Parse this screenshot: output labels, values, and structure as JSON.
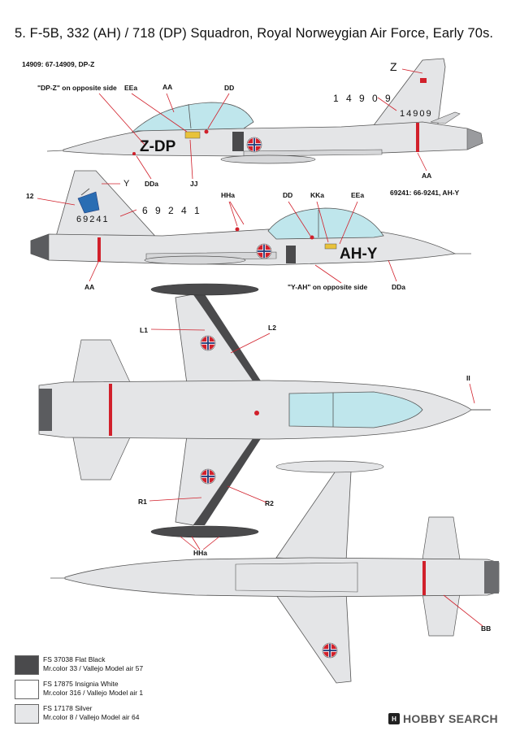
{
  "title": "5. F-5B, 332 (AH) / 718 (DP) Squadron, Royal Norweygian Air Force, Early 70s.",
  "aircraft1": {
    "caption": "14909: 67-14909, DP-Z",
    "tail_letter": "Z",
    "tail_serial": "14909",
    "fuselage_serial": "1 4 9 0 9",
    "code": "Z-DP",
    "callouts": {
      "opposite": "\"DP-Z\" on opposite side",
      "eea": "EEa",
      "aa_top": "AA",
      "dd": "DD",
      "dda": "DDa",
      "jj": "JJ",
      "aa_bottom": "AA"
    }
  },
  "aircraft2": {
    "caption": "69241: 66-9241, AH-Y",
    "tail_letter": "Y",
    "tail_serial": "69241",
    "fuselage_serial": "6 9 2 4 1",
    "code": "AH-Y",
    "callouts": {
      "twelve": "12",
      "hha": "HHa",
      "dd": "DD",
      "kka": "KKa",
      "eea": "EEa",
      "aa": "AA",
      "opposite": "\"Y-AH\" on opposite side",
      "dda": "DDa"
    }
  },
  "top_view": {
    "callouts": {
      "l1": "L1",
      "l2": "L2",
      "ii": "II",
      "r1": "R1",
      "r2": "R2",
      "hha": "HHa"
    }
  },
  "bottom_view": {
    "callouts": {
      "bb": "BB"
    }
  },
  "legend": [
    {
      "color": "#4a4a4c",
      "line1": "FS 37038 Flat Black",
      "line2": "Mr.color 33 / Vallejo Model air 57"
    },
    {
      "color": "#ffffff",
      "line1": "FS 17875 Insignia White",
      "line2": "Mr.color 316 / Vallejo Model air 1"
    },
    {
      "color": "#e6e7e9",
      "line1": "FS 17178 Silver",
      "line2": "Mr.color 8 / Vallejo Model air 64"
    }
  ],
  "watermark": {
    "logo": "H",
    "name": "HOBBY SEARCH"
  },
  "colors": {
    "silver": "#e4e5e7",
    "outline": "#555555",
    "dark": "#4a4a4c",
    "canopy": "#bfe6ec",
    "red": "#d1202b",
    "roundel_blue": "#1f3c7a",
    "leader": "#d1202b"
  }
}
